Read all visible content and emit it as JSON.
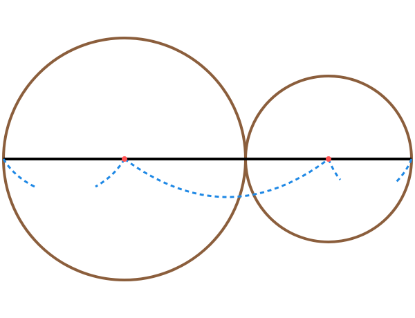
{
  "diagram": {
    "colors": {
      "background": "#ffffff",
      "circle_stroke": "#8b5e3c",
      "line_stroke": "#000000",
      "arc_stroke": "#1e88e5",
      "point_fill": "#ff5252"
    },
    "elements": {
      "circles": [
        "large-circle",
        "small-circle"
      ],
      "points": [
        "center-point-large",
        "center-point-small"
      ],
      "arcs": [
        "arc-left-endpoint",
        "arc-left-center",
        "arc-between-centers",
        "arc-right-center",
        "arc-right-endpoint"
      ],
      "line": "horizontal-diameter-line"
    }
  }
}
